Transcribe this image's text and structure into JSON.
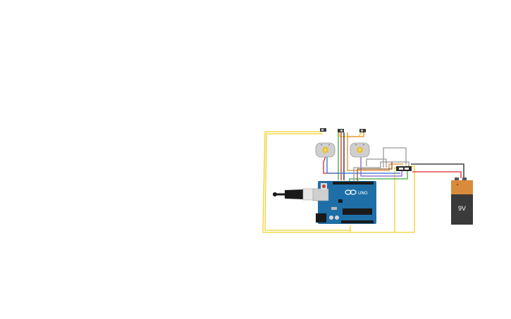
{
  "battery": {
    "label": "9V",
    "body_color": "#3a3a3a",
    "cap_color": "#d98a3a"
  },
  "arduino": {
    "logo_text": "UNO",
    "board_color": "#1e6fa8",
    "logo": "infinity-logo"
  },
  "motors": {
    "count": 2,
    "body_color": "#cfcfcf",
    "shaft_color": "#e8c23a"
  },
  "switches": {
    "count": 3
  },
  "usb_cable": {
    "color": "#1a1a1a"
  },
  "wire_colors": {
    "yellow": "#f2d12a",
    "red": "#e0242a",
    "black": "#222222",
    "green": "#3faa3f",
    "blue": "#2b6cd6",
    "purple": "#8a5cc4",
    "orange": "#e88a2a",
    "gray": "#9a9a9a",
    "brown": "#8a5a2b"
  }
}
